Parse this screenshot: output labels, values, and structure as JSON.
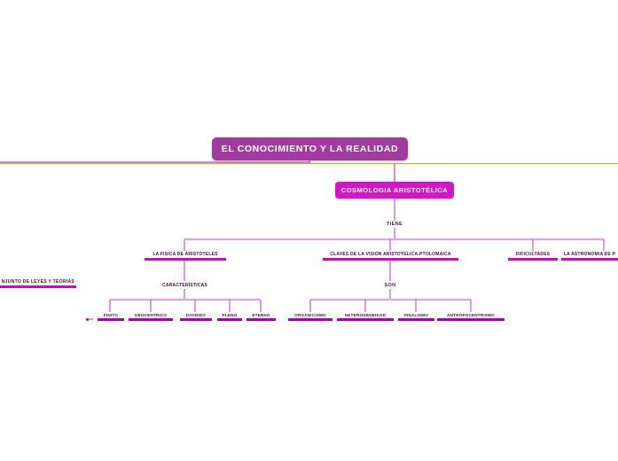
{
  "diagram": {
    "type": "mind-map",
    "title": "EL CONOCIMIENTO Y LA REALIDAD",
    "colors": {
      "root": "#a23ba0",
      "level1": "#d117c6",
      "underline_level2": "#c211b8",
      "underline_level3": "#a800ae",
      "edge_magenta": "#c83fd0",
      "edge_green": "#9acd00",
      "label_text": "#4c1a4c"
    },
    "nodes": {
      "root": "EL CONOCIMIENTO Y LA REALIDAD",
      "cosmologia": "COSMOLOGIA ARISTOTÉLICA",
      "tiene": "TIENE",
      "son": "SON",
      "caracteristicas": "CARACTERÍSTICAS",
      "fisica": "LA FISICA DE ARISTOTELES",
      "claves": "CLAVES DE LA VISION ARISTOTELICA-PTOLOMAICA",
      "dificultades": "DIFICULTADES",
      "astronomia": "LA ASTRONOMIA DE P",
      "conjunto": "NJUNTO DE LEYES Y TEORIAS",
      "caract_items": [
        "FINITO",
        "GEOCENTRICO",
        "DIVIDIDO",
        "PLENO",
        "ETERNO"
      ],
      "son_items": [
        "ORGANICISMO",
        "HETEROGENEIDAD",
        "FINALISMO",
        "ANTROPOCENTRISMO"
      ]
    }
  }
}
